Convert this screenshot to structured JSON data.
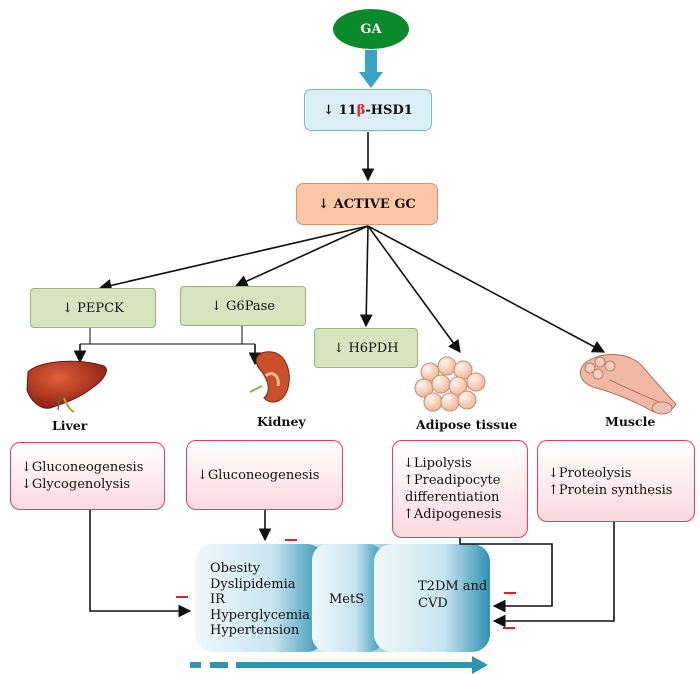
{
  "top": {
    "ga": "GA",
    "hsd_arrow": "↓ 11",
    "hsd_beta": "β",
    "hsd_rest": "-HSD1",
    "active_gc": "↓ ACTIVE GC"
  },
  "enzymes": {
    "pepck": "↓ PEPCK",
    "g6pase": "↓ G6Pase",
    "h6pdh": "↓ H6PDH"
  },
  "organs": {
    "liver": "Liver",
    "kidney": "Kidney",
    "adipose": "Adipose tissue",
    "muscle": "Muscle"
  },
  "effects": {
    "liver": [
      "↓Gluconeogenesis",
      "↓Glycogenolysis"
    ],
    "kidney": [
      "↓Gluconeogenesis"
    ],
    "adipose": [
      "↓Lipolysis",
      "↑Preadipocyte",
      "differentiation",
      "↑Adipogenesis"
    ],
    "muscle": [
      "↓Proteolysis",
      "↑Protein synthesis"
    ]
  },
  "outcomes": {
    "conditions": [
      "Obesity",
      "Dyslipidemia",
      "IR",
      "Hyperglycemia",
      "Hypertension"
    ],
    "mets": "MetS",
    "t2dm": [
      "T2DM and",
      "CVD"
    ]
  },
  "colors": {
    "ga_green": "#0b8a2c",
    "hsd_blue": "#daeef6",
    "gc_orange": "#fbc7a6",
    "beta_red": "#e0202a",
    "teal": "#2f93b3",
    "minus_red": "#e0202a"
  }
}
